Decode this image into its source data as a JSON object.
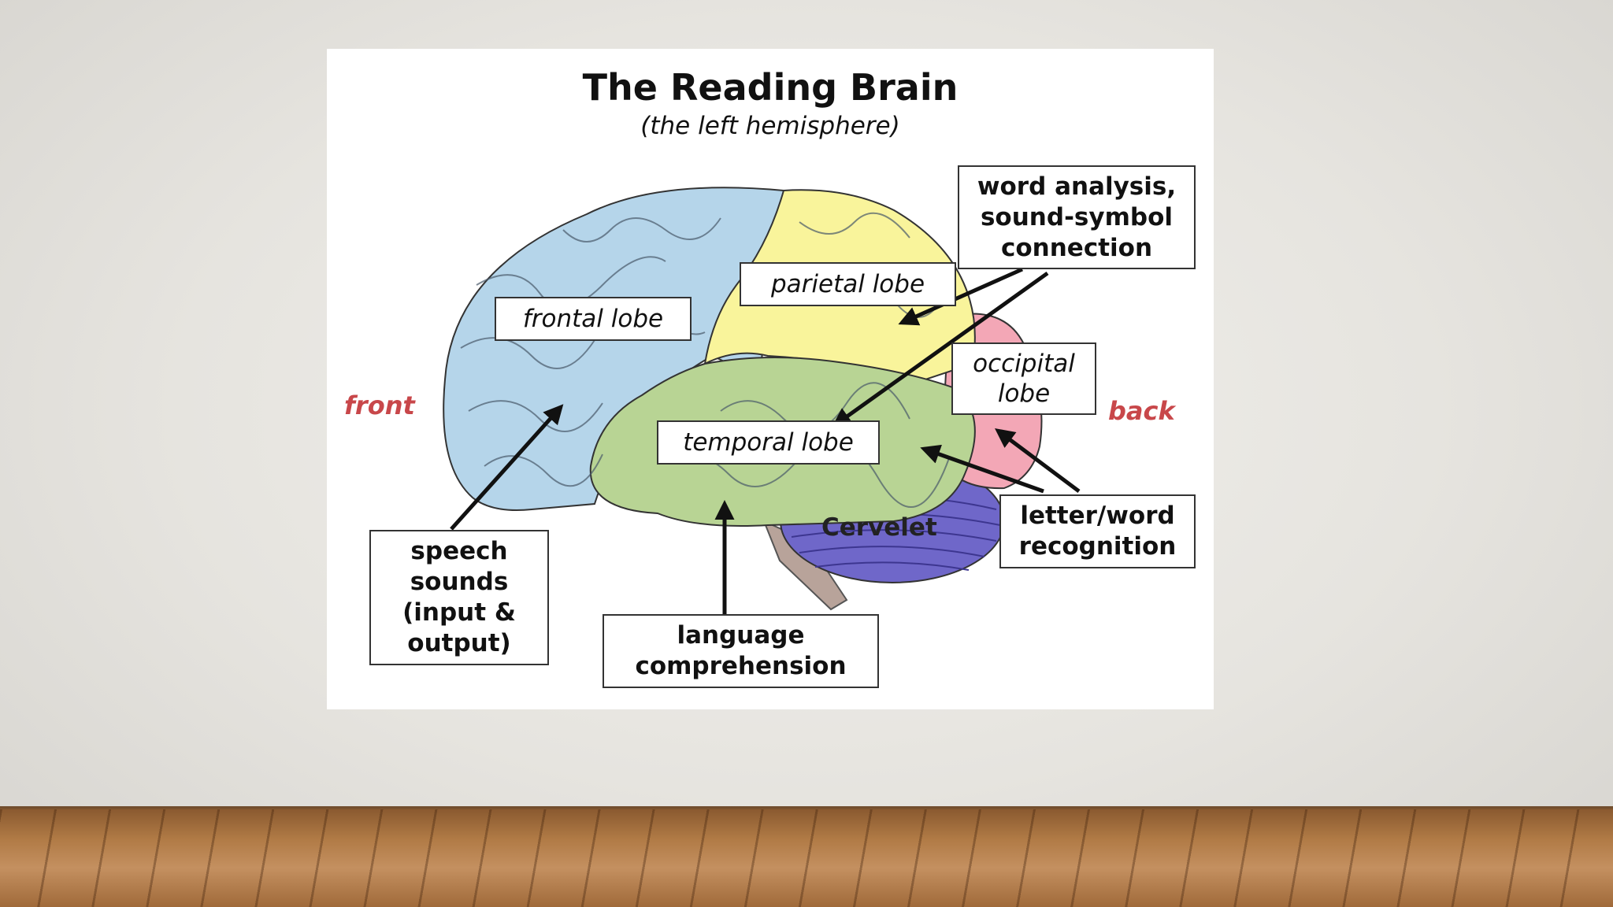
{
  "diagram": {
    "title": "The Reading Brain",
    "subtitle": "(the left hemisphere)",
    "orientation": {
      "front": "front",
      "back": "back"
    },
    "lobes": {
      "frontal": "frontal lobe",
      "parietal": "parietal lobe",
      "occipital": "occipital lobe",
      "temporal": "temporal lobe",
      "cerebellum": "Cervelet"
    },
    "functions": {
      "word_analysis": "word analysis, sound-symbol connection",
      "letter_word": "letter/word recognition",
      "speech": "speech sounds (input & output)",
      "language": "language comprehension"
    },
    "colors": {
      "frontal": "#b5d5ea",
      "parietal": "#f9f49b",
      "temporal": "#b8d494",
      "occipital": "#f3a7b6",
      "cerebellum": "#6f67c9",
      "side_label": "#c8474a"
    }
  }
}
